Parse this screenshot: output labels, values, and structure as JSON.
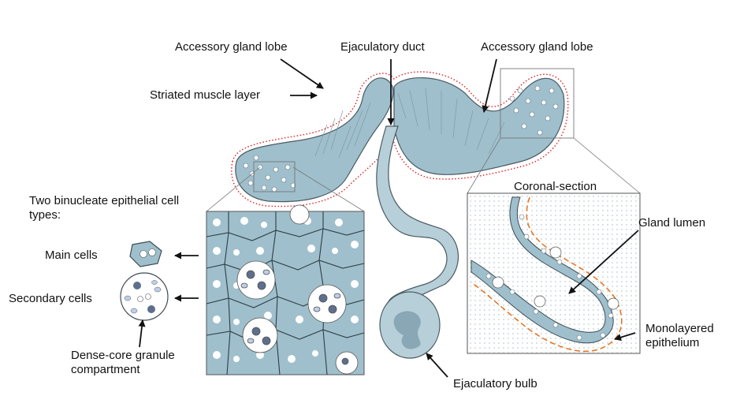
{
  "labels": {
    "accessory_left": "Accessory gland lobe",
    "ejaculatory_duct": "Ejaculatory duct",
    "accessory_right": "Accessory gland lobe",
    "striated_muscle": "Striated muscle layer",
    "two_binucleate": "Two binucleate epithelial cell types:",
    "main_cells": "Main cells",
    "secondary_cells": "Secondary cells",
    "dense_core": "Dense-core granule compartment",
    "coronal_section": "Coronal-section",
    "gland_lumen": "Gland lumen",
    "monolayered": "Monolayered epithelium",
    "ejaculatory_bulb": "Ejaculatory bulb"
  },
  "colors": {
    "tissue": "#9fbfcc",
    "tissue_light": "#c9dde4",
    "outline": "#4a5a62",
    "dashed_red": "#e02020",
    "dashed_orange": "#e8701a",
    "cell_dark": "#5d6f8c",
    "cell_light": "#bcd0ea"
  },
  "icons": {
    "arrow": "arrow-icon"
  }
}
